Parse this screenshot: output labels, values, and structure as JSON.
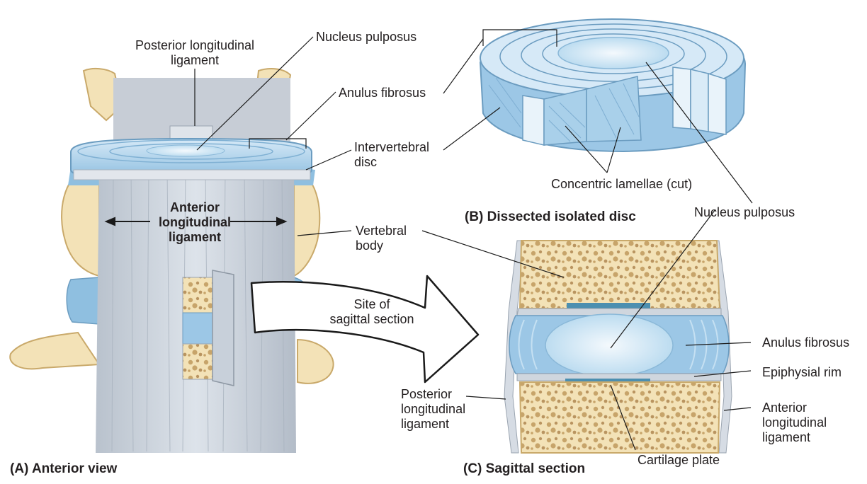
{
  "panels": {
    "a": {
      "caption": "(A) Anterior view",
      "labels": {
        "posterior_ligament_1": "Posterior longitudinal",
        "posterior_ligament_2": "ligament",
        "nucleus": "Nucleus pulposus",
        "anulus": "Anulus fibrosus",
        "ivd_1": "Intervertebral",
        "ivd_2": "disc",
        "anterior_ligament_1": "Anterior",
        "anterior_ligament_2": "longitudinal",
        "anterior_ligament_3": "ligament",
        "vertebral_1": "Vertebral",
        "vertebral_2": "body",
        "site_1": "Site of",
        "site_2": "sagittal section"
      }
    },
    "b": {
      "caption": "(B) Dissected isolated disc",
      "labels": {
        "lamellae": "Concentric lamellae (cut)",
        "nucleus": "Nucleus pulposus"
      }
    },
    "c": {
      "caption": "(C) Sagittal section",
      "labels": {
        "anulus": "Anulus fibrosus",
        "epiphysial": "Epiphysial rim",
        "anterior_1": "Anterior",
        "anterior_2": "longitudinal",
        "anterior_3": "ligament",
        "posterior_1": "Posterior",
        "posterior_2": "longitudinal",
        "posterior_3": "ligament",
        "cartilage": "Cartilage plate"
      }
    }
  },
  "colors": {
    "bone": "#f3e2b7",
    "bone_edge": "#c9a96a",
    "disc_blue": "#9cc7e6",
    "disc_light": "#d9ebf7",
    "ligament": "#c9d1dc",
    "cartilage": "#4c8fb0"
  }
}
